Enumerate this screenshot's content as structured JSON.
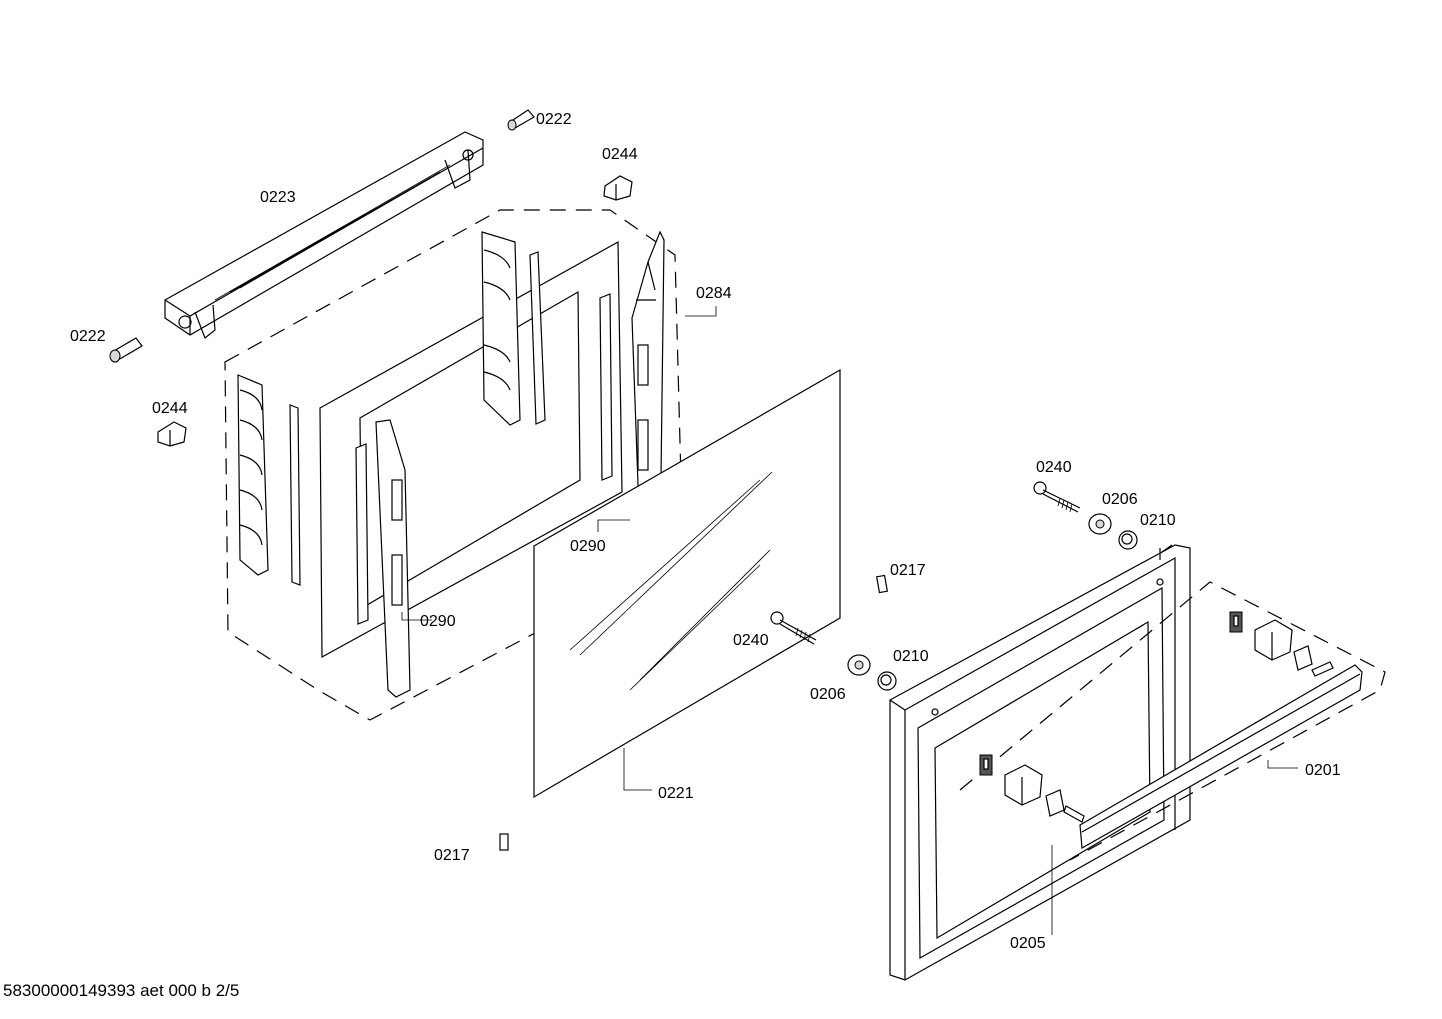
{
  "diagram": {
    "labels": {
      "p0222_top": "0222",
      "p0244_top": "0244",
      "p0223": "0223",
      "p0284": "0284",
      "p0222_left": "0222",
      "p0244_left": "0244",
      "p0240_right": "0240",
      "p0206_right": "0206",
      "p0210_right": "0210",
      "p0217_mid": "0217",
      "p0290_mid": "0290",
      "p0290_low": "0290",
      "p0240_mid": "0240",
      "p0210_mid": "0210",
      "p0206_mid": "0206",
      "p0201": "0201",
      "p0221": "0221",
      "p0217_low": "0217",
      "p0205": "0205"
    },
    "footer": "58300000149393 aet 000 b 2/5"
  }
}
